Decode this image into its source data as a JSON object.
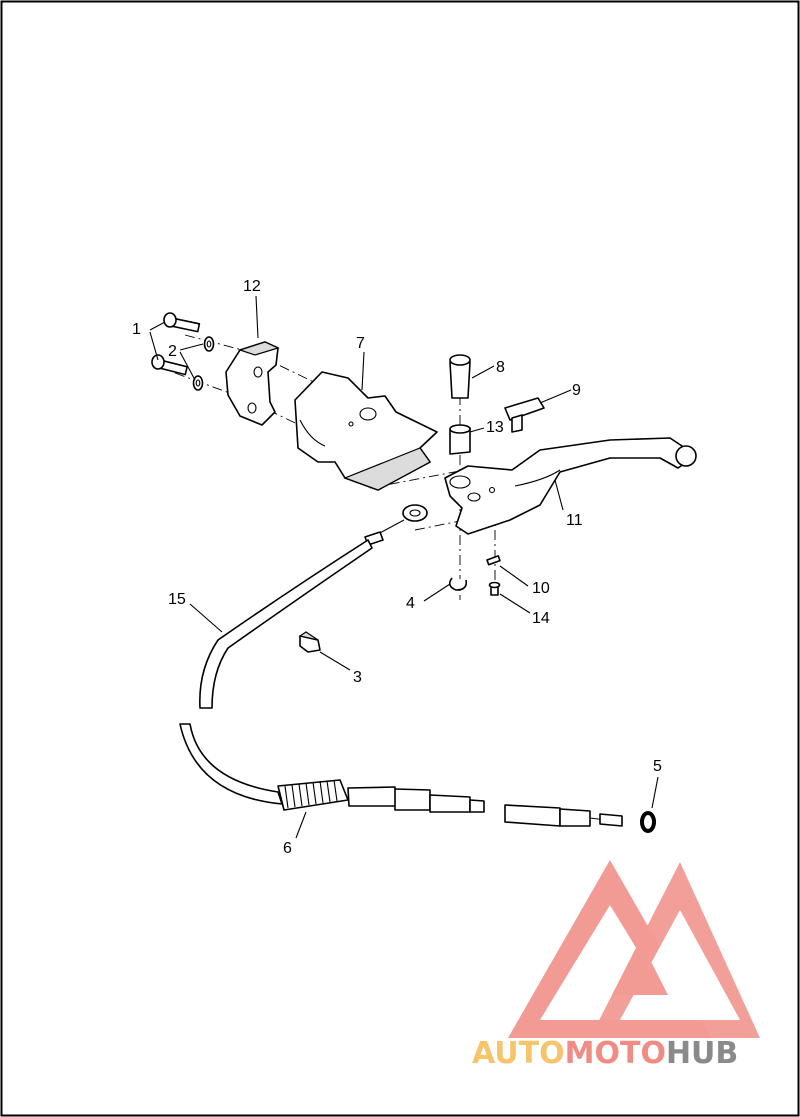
{
  "diagram": {
    "callouts": [
      {
        "id": "1",
        "text": "1"
      },
      {
        "id": "2",
        "text": "2"
      },
      {
        "id": "3",
        "text": "3"
      },
      {
        "id": "4",
        "text": "4"
      },
      {
        "id": "5",
        "text": "5"
      },
      {
        "id": "6",
        "text": "6"
      },
      {
        "id": "7",
        "text": "7"
      },
      {
        "id": "8",
        "text": "8"
      },
      {
        "id": "9",
        "text": "9"
      },
      {
        "id": "10",
        "text": "10"
      },
      {
        "id": "11",
        "text": "11"
      },
      {
        "id": "12",
        "text": "12"
      },
      {
        "id": "13",
        "text": "13"
      },
      {
        "id": "14",
        "text": "14"
      },
      {
        "id": "15",
        "text": "15"
      }
    ]
  },
  "watermark": {
    "part1": "AUTO",
    "part2": "MOTO",
    "part3": "HUB",
    "colors": {
      "auto": "#f6c46a",
      "moto": "#f08c84",
      "hub": "#8a8a8a",
      "logo": "#f29a94"
    }
  }
}
